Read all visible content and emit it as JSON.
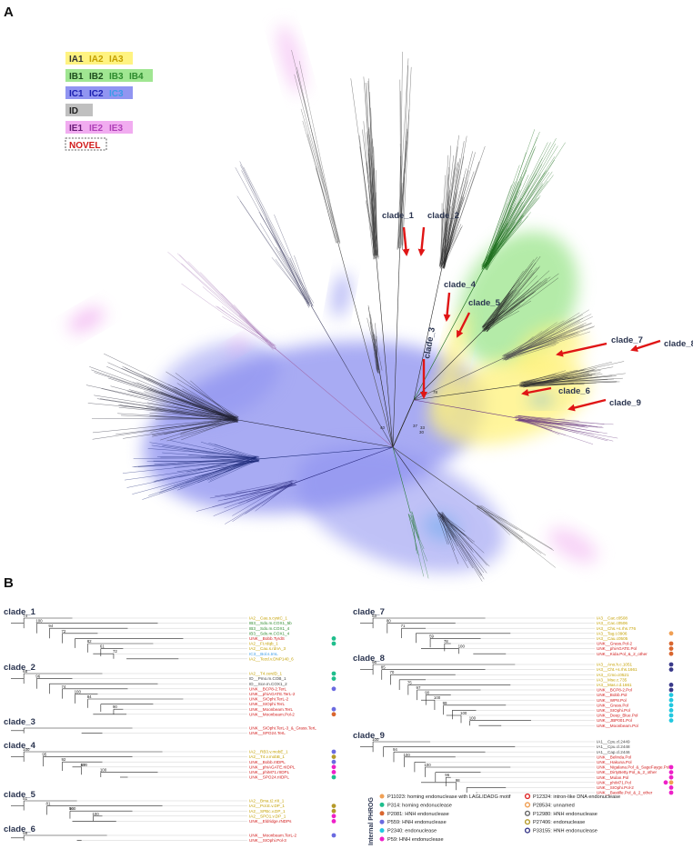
{
  "panels": {
    "a": "A",
    "b": "B"
  },
  "colors": {
    "IA": "#e8c000",
    "IA_bg": "#fff27a",
    "IB": "#2e8b2e",
    "IB_bg": "#9be58c",
    "IC": "#1a1fb0",
    "IC2": "#2c6de0",
    "IC3": "#3a9be8",
    "IC_bg": "#8b8ff0",
    "ID": "#555555",
    "ID_bg": "#bdbdbd",
    "IE": "#b040b8",
    "IE_bg": "#f0a8ef",
    "NOVEL": "#d11a1a",
    "arrow": "#e01515"
  },
  "class_key": [
    {
      "row": 0,
      "items": [
        "IA1",
        "IA2",
        "IA3"
      ],
      "group": "IA"
    },
    {
      "row": 1,
      "items": [
        "IB1",
        "IB2",
        "IB3",
        "IB4"
      ],
      "group": "IB"
    },
    {
      "row": 2,
      "items": [
        "IC1",
        "IC2",
        "IC3"
      ],
      "group": "IC"
    },
    {
      "row": 3,
      "items": [
        "ID"
      ],
      "group": "ID"
    },
    {
      "row": 4,
      "items": [
        "IE1",
        "IE2",
        "IE3"
      ],
      "group": "IE"
    },
    {
      "row": 5,
      "items": [
        "NOVEL"
      ],
      "group": "NOVEL"
    }
  ],
  "tree_arrows": [
    "clade_1",
    "clade_2",
    "clade_3",
    "clade_4",
    "clade_5",
    "clade_6",
    "clade_7",
    "clade_8",
    "clade_9"
  ],
  "tree_bootstrap": [
    "40",
    "37",
    "33",
    "30",
    "78"
  ],
  "clades": [
    {
      "name": "clade_1",
      "leaves": [
        {
          "text": "IA2__Cau.s.cystC_1",
          "c": "IA"
        },
        {
          "text": "IB3__Sdo.m.COX1_5b",
          "c": "IB"
        },
        {
          "text": "IB3__Sdo.m.COX1_4",
          "c": "IB"
        },
        {
          "text": "IB3__Sdo.m.COX1_4",
          "c": "IB"
        },
        {
          "text": "UNK__Bobb.TyrdS",
          "c": "NOVEL"
        },
        {
          "text": "IA2__Ft.rdqb_1",
          "c": "IA"
        },
        {
          "text": "IA2__Cau.s.rdnA_3",
          "c": "IA"
        },
        {
          "text": "IC3__Bol.s.trnL",
          "c": "IC3"
        },
        {
          "text": "IA2__Tezd.v.DNP140_6",
          "c": "IA"
        }
      ],
      "bootstrap": [
        "74",
        "100",
        "94",
        "72",
        "82",
        "61",
        "72"
      ],
      "dots": [
        {
          "leaf": 4,
          "col": "#1fbe8c"
        },
        {
          "leaf": 5,
          "col": "#1fbe8c"
        }
      ]
    },
    {
      "name": "clade_2",
      "leaves": [
        {
          "text": "IA2__T4.cerdD_1",
          "c": "IA"
        },
        {
          "text": "ID__Pmo.m.COB_1",
          "c": "ID"
        },
        {
          "text": "ID__Sce.m.COX1_2",
          "c": "ID"
        },
        {
          "text": "UNK__BCP8-2.TerL",
          "c": "NOVEL"
        },
        {
          "text": "UNK__phiAGATE.TerL-2",
          "c": "NOVEL"
        },
        {
          "text": "UNK__SIOphi.TerL-2",
          "c": "NOVEL"
        },
        {
          "text": "UNK__SIOphi.TerL",
          "c": "NOVEL"
        },
        {
          "text": "UNK__Moonbeam.TerL",
          "c": "NOVEL"
        },
        {
          "text": "UNK__Moonbeam.Pol-2",
          "c": "NOVEL"
        }
      ],
      "bootstrap": [
        "68",
        "96",
        "74",
        "100",
        "84",
        "90"
      ],
      "dots": [
        {
          "leaf": 0,
          "col": "#1fbe8c"
        },
        {
          "leaf": 1,
          "col": "#1fbe8c"
        },
        {
          "leaf": 3,
          "col": "#6a6ae0"
        },
        {
          "leaf": 7,
          "col": "#6a6ae0"
        },
        {
          "leaf": 8,
          "col": "#d9662f"
        }
      ]
    },
    {
      "name": "clade_3",
      "leaves": [
        {
          "text": "UNK__SIOphi.TerL-3_&_Grass.TerL",
          "c": "NOVEL"
        },
        {
          "text": "UNK__SPO24.TerL",
          "c": "NOVEL"
        }
      ],
      "bootstrap": [],
      "dots": []
    },
    {
      "name": "clade_4",
      "leaves": [
        {
          "text": "IA2__RB3.v.mobE_1",
          "c": "IA"
        },
        {
          "text": "IA2__T4.v.mobB_1",
          "c": "IA"
        },
        {
          "text": "UNK__Bobb.rIIDPL",
          "c": "NOVEL"
        },
        {
          "text": "UNK__phiAGATE.rIIDPL",
          "c": "NOVEL"
        },
        {
          "text": "UNK__phiM71.rIIDPL",
          "c": "NOVEL"
        },
        {
          "text": "UNK__SPO24.rIIDPL",
          "c": "NOVEL"
        }
      ],
      "bootstrap": [
        "100",
        "95",
        "92",
        "100",
        "87",
        "100"
      ],
      "dots": [
        {
          "leaf": 0,
          "col": "#6a6ae0"
        },
        {
          "leaf": 1,
          "col": "#b59a2a"
        },
        {
          "leaf": 2,
          "col": "#6a6ae0"
        },
        {
          "leaf": 3,
          "col": "#ee20c8"
        },
        {
          "leaf": 4,
          "col": "#ee20c8"
        },
        {
          "leaf": 5,
          "col": "#1fbe8c"
        }
      ]
    },
    {
      "name": "clade_5",
      "leaves": [
        {
          "text": "IA2__Bma.t2.rIII_1",
          "c": "IA"
        },
        {
          "text": "IA2__Pol.E.v.DP_1",
          "c": "IA"
        },
        {
          "text": "IA2__SPBc.v.DP_1",
          "c": "IA"
        },
        {
          "text": "IA2__SPO1.v.DP_1",
          "c": "IA"
        },
        {
          "text": "UNK__Eldridge.rNDPs",
          "c": "NOVEL"
        }
      ],
      "bootstrap": [
        "51",
        "81",
        "96",
        "100",
        "100"
      ],
      "dots": [
        {
          "leaf": 1,
          "col": "#b59a2a"
        },
        {
          "leaf": 2,
          "col": "#b59a2a"
        },
        {
          "leaf": 3,
          "col": "#ee20c8"
        },
        {
          "leaf": 4,
          "col": "#ee20c8"
        }
      ]
    },
    {
      "name": "clade_6",
      "leaves": [
        {
          "text": "UNK__Moonbeam.TerL-2",
          "c": "NOVEL"
        },
        {
          "text": "UNK__SIOphi.Pol-3",
          "c": "NOVEL"
        }
      ],
      "bootstrap": [
        "99"
      ],
      "dots": [
        {
          "leaf": 0,
          "col": "#6a6ae0"
        }
      ]
    },
    {
      "name": "clade_7",
      "leaves": [
        {
          "text": "IA3__Cac.c0508",
          "c": "IA"
        },
        {
          "text": "IA3__Cac.c0506",
          "c": "IA"
        },
        {
          "text": "IA3__Chs.+s.rhs.776",
          "c": "IA"
        },
        {
          "text": "IA3__Tag.t.0906",
          "c": "IA"
        },
        {
          "text": "IA3__Cau.c0505",
          "c": "IA"
        },
        {
          "text": "UNK__Grass.Pol-2",
          "c": "NOVEL"
        },
        {
          "text": "UNK__phiAGATE.Pol",
          "c": "NOVEL"
        },
        {
          "text": "UNK__Kida.Pol_&_2_other",
          "c": "NOVEL"
        }
      ],
      "bootstrap": [
        "83",
        "80",
        "71",
        "59",
        "78",
        "100"
      ],
      "dots": [
        {
          "leaf": 3,
          "col": "#f0a055"
        },
        {
          "leaf": 5,
          "col": "#d9662f"
        },
        {
          "leaf": 6,
          "col": "#d9662f"
        },
        {
          "leaf": 7,
          "col": "#d9662f"
        }
      ]
    },
    {
      "name": "clade_8",
      "leaves": [
        {
          "text": "IA3__Ano.h.c.1051",
          "c": "IA"
        },
        {
          "text": "IA3__Cht.+s.rhs.1661",
          "c": "IA"
        },
        {
          "text": "IA3__Cmo.c0521",
          "c": "IA"
        },
        {
          "text": "IA3__Mse.c.735",
          "c": "IA"
        },
        {
          "text": "IA3__Mas.r.d.1661",
          "c": "IA"
        },
        {
          "text": "UNK__BCP8-2.Pol",
          "c": "NOVEL"
        },
        {
          "text": "UNK__Bobb.Pol",
          "c": "NOVEL"
        },
        {
          "text": "UNK__WP8.Pol",
          "c": "NOVEL"
        },
        {
          "text": "UNK__Grass.Pol",
          "c": "NOVEL"
        },
        {
          "text": "UNK__SIOphi.Pol",
          "c": "NOVEL"
        },
        {
          "text": "UNK__Deep_Blue.Pol",
          "c": "NOVEL"
        },
        {
          "text": "UNK__JBP001.Pol",
          "c": "NOVEL"
        },
        {
          "text": "UNK__Moonbeam.Pol",
          "c": "NOVEL"
        }
      ],
      "bootstrap": [
        "96",
        "85",
        "70",
        "75",
        "97",
        "90",
        "100",
        "99",
        "100",
        "100"
      ],
      "dots": [
        {
          "leaf": 0,
          "col": "#3a3a8a"
        },
        {
          "leaf": 1,
          "col": "#3a3a8a"
        },
        {
          "leaf": 4,
          "col": "#3a3a8a"
        },
        {
          "leaf": 5,
          "col": "#3a3a8a"
        },
        {
          "leaf": 6,
          "col": "#22c8e0"
        },
        {
          "leaf": 7,
          "col": "#22c8e0"
        },
        {
          "leaf": 8,
          "col": "#22c8e0"
        },
        {
          "leaf": 9,
          "col": "#22c8e0"
        },
        {
          "leaf": 10,
          "col": "#22c8e0"
        },
        {
          "leaf": 11,
          "col": "#22c8e0"
        }
      ]
    },
    {
      "name": "clade_9",
      "leaves": [
        {
          "text": "IA1__Cpu.cl.2449",
          "c": "ID"
        },
        {
          "text": "IA1__Cpu.cl.2448",
          "c": "ID"
        },
        {
          "text": "IA1__Cap.cl.2446",
          "c": "ID"
        },
        {
          "text": "UNK__Belinda.Pol",
          "c": "NOVEL"
        },
        {
          "text": "UNK__Hakuna.Pol",
          "c": "NOVEL"
        },
        {
          "text": "UNK__Nigalana.Pol_&_SageFayge.Pol",
          "c": "NOVEL"
        },
        {
          "text": "UNK__DirtyBetty.Pol_&_2_other",
          "c": "NOVEL"
        },
        {
          "text": "UNK__Mulan.Pol",
          "c": "NOVEL"
        },
        {
          "text": "UNK__phiM71.Pol",
          "c": "NOVEL"
        },
        {
          "text": "UNK__SIOphi.Pol-2",
          "c": "NOVEL"
        },
        {
          "text": "UNK__Bastille.Pol_&_2_other",
          "c": "NOVEL"
        }
      ],
      "bootstrap": [
        "100",
        "94",
        "100",
        "100",
        "96",
        "98"
      ],
      "dots": [
        {
          "leaf": 5,
          "col": "#ee20c8"
        },
        {
          "leaf": 6,
          "col": "#ee20c8"
        },
        {
          "leaf": 7,
          "col": "#ee20c8"
        },
        {
          "leaf": 8,
          "col": "#f0a055"
        },
        {
          "leaf": 8,
          "col": "#ee20c8",
          "second": true
        },
        {
          "leaf": 9,
          "col": "#ee20c8"
        },
        {
          "leaf": 10,
          "col": "#ee20c8"
        }
      ]
    }
  ],
  "phrog_legend": {
    "title": "Internal PHROG",
    "left": [
      {
        "label": "P11023: homing endonuclease with LAGLIDADG motif",
        "fill": "#f0a055",
        "ring": false
      },
      {
        "label": "P314: homing endonuclease",
        "fill": "#1fbe8c",
        "ring": false
      },
      {
        "label": "P2081: HNH endonuclease",
        "fill": "#d9662f",
        "ring": false
      },
      {
        "label": "P559: HNH endonuclease",
        "fill": "#6a6ae0",
        "ring": false
      },
      {
        "label": "P2340: endonuclease",
        "fill": "#22c8e0",
        "ring": false
      },
      {
        "label": "P59: HNH endonuclease",
        "fill": "#ee20c8",
        "ring": false
      }
    ],
    "right": [
      {
        "label": "P12324: intron-like DNA endonuclease",
        "fill": "#e02828",
        "ring": true
      },
      {
        "label": "P28534: unnamed",
        "fill": "#f0a055",
        "ring": true
      },
      {
        "label": "P12980: HNH endonuclease",
        "fill": "#666666",
        "ring": true
      },
      {
        "label": "P27406: endonuclease",
        "fill": "#b59a2a",
        "ring": true
      },
      {
        "label": "P33155: HNH endonuclease",
        "fill": "#3a3a8a",
        "ring": true
      }
    ]
  }
}
